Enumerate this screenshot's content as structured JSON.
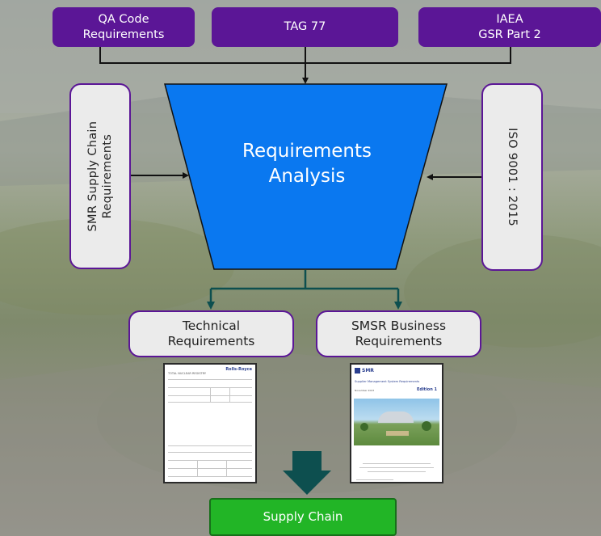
{
  "colors": {
    "purple": "#5b1696",
    "funnel_blue": "#0a78f0",
    "teal_arrow": "#0d4f4f",
    "green": "#22b526",
    "grey_box": "#ebebeb"
  },
  "top_sources": {
    "qa_line1": "QA Code",
    "qa_line2": "Requirements",
    "tag": "TAG 77",
    "iaea_line1": "IAEA",
    "iaea_line2": "GSR Part 2"
  },
  "side_sources": {
    "left_line1": "SMR Supply Chain",
    "left_line2": "Requirements",
    "right": "ISO 9001 : 2015"
  },
  "funnel": {
    "line1": "Requirements",
    "line2": "Analysis"
  },
  "outputs": {
    "technical_line1": "Technical",
    "technical_line2": "Requirements",
    "business_line1": "SMSR Business",
    "business_line2": "Requirements"
  },
  "docs": {
    "technical_doc_brand": "Rolls-Royce",
    "technical_doc_header": "TOTAL NUCLEAR REGISTRY",
    "smsr_doc_brand": "SMR",
    "smsr_doc_title": "Supplier Management System Requirements",
    "smsr_doc_edition": "Edition 1",
    "smsr_doc_date": "November 2023"
  },
  "destination": {
    "label": "Supply Chain"
  }
}
